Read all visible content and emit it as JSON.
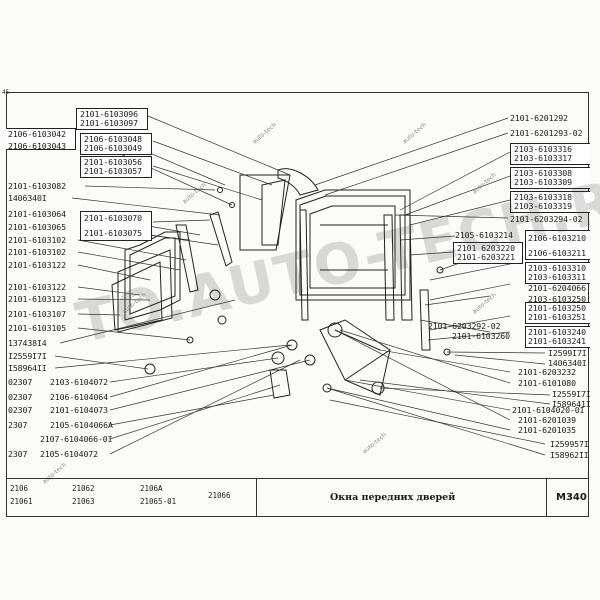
{
  "corner_mark": "45",
  "title": "Окна передних дверей",
  "code": "M340",
  "models_row1": [
    "2106",
    "21062",
    "2106A",
    "21066"
  ],
  "models_row2": [
    "21061",
    "21063",
    "21065-01"
  ],
  "watermark_big": "TO.AUTO-TECH.RU",
  "watermark_small": "auto-tech",
  "left_labels": [
    "2106-6103042",
    "2106-6103043",
    "2101-6103082",
    "1406340I",
    "2101-6103064",
    "2101-6103065",
    "2101-6103102",
    "2101-6103102",
    "2101-6103122",
    "2101-6103122",
    "2101-6103123",
    "2101-6103107",
    "2101-6103105",
    "137438I4",
    "I2559I7I",
    "I58964II",
    "02307",
    "02307",
    "02307",
    "2307",
    "2307"
  ],
  "left_labels_b": [
    "2103-6104072",
    "2106-6104064",
    "2101-6104073",
    "2105-6104066A",
    "2107-6104066-0I",
    "2105-6104072"
  ],
  "boxed_top": [
    "2101-6103096",
    "2101-6103097"
  ],
  "boxed_2": [
    "2106-6103048",
    "2106-6103049"
  ],
  "boxed_3": [
    "2101-6103056",
    "2101-6103057"
  ],
  "boxed_4": [
    "2101-6103070",
    "2101-6103075"
  ],
  "right_labels": [
    "2101-6201292",
    "2101-6201293-02",
    "2103-6103316",
    "2103-6103317",
    "2103-6103308",
    "2103-6103309",
    "2103-6103318",
    "2103-6103319",
    "2101-6203294-02",
    "2105-6103214",
    "2101 6203220",
    "2101-6203221",
    "2106-6103210",
    "2106-6103211",
    "2103-6103310",
    "2103-6103311",
    "2101-6204066",
    "2103-6103250",
    "2101-6203292-02",
    "2101-6103260",
    "2101-6103250",
    "2101-6103251",
    "2101-6103240",
    "2101-6103241",
    "I2599I7I",
    "1406340I",
    "2101-6203232",
    "2101-6101080",
    "I2559I7I",
    "I589641I",
    "2101-6104020-0I",
    "2101-6201039",
    "2101-6201035",
    "I259957I",
    "I58962II"
  ]
}
